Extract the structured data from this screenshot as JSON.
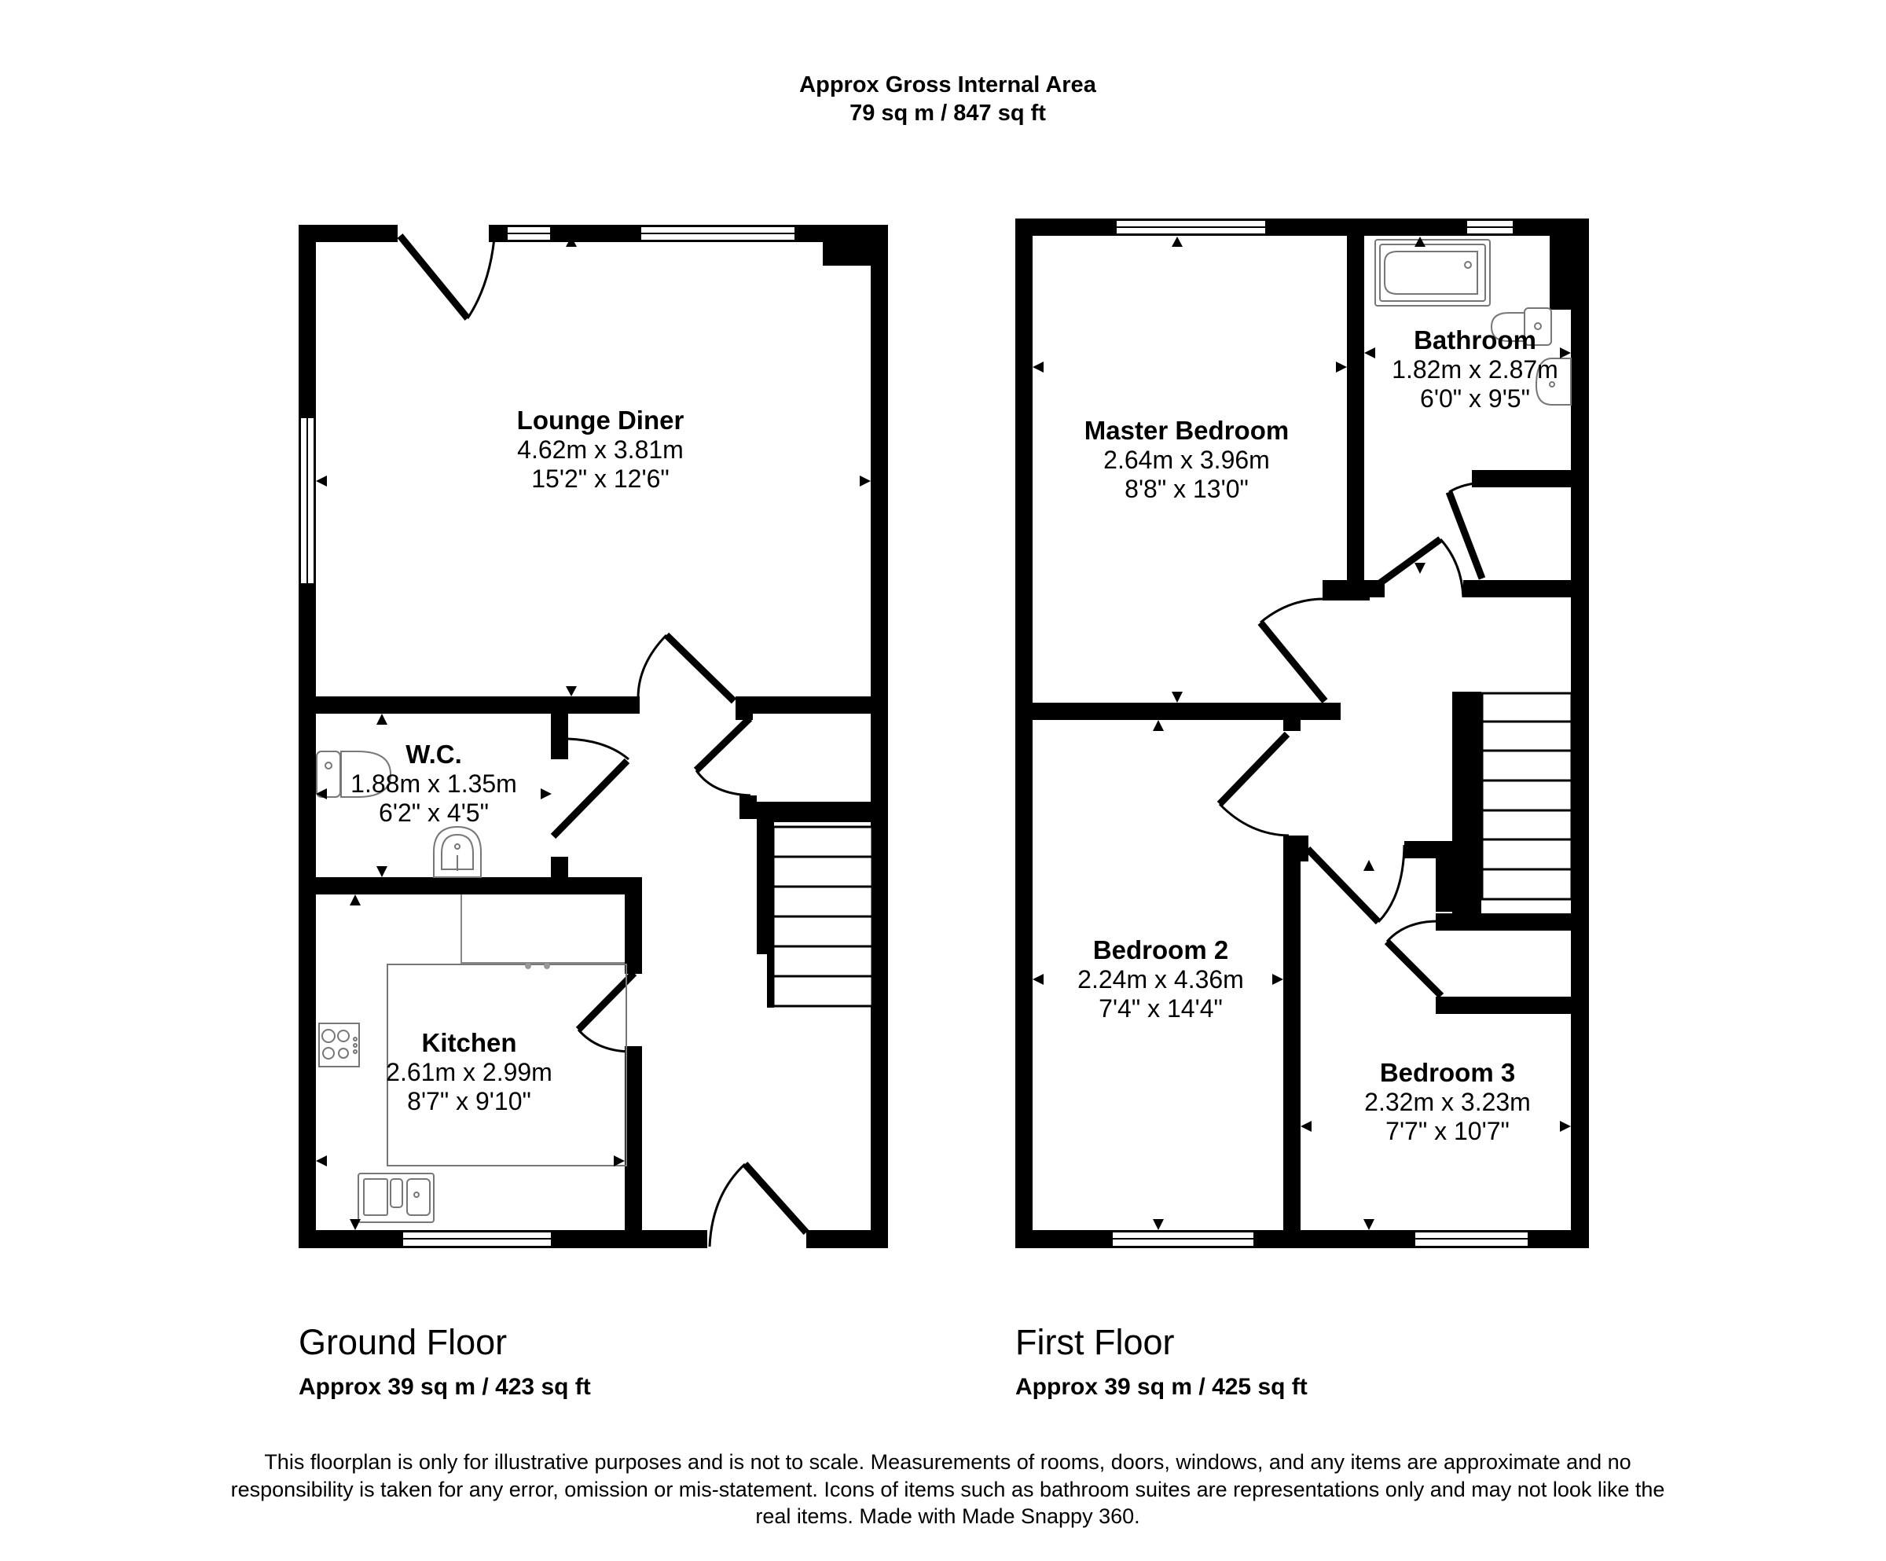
{
  "header": {
    "title": "Approx Gross Internal Area",
    "total_area": "79 sq m / 847 sq ft"
  },
  "floors": [
    {
      "name": "Ground Floor",
      "area": "Approx 39 sq m / 423 sq ft",
      "rooms": [
        {
          "name": "Lounge Diner",
          "metric": "4.62m x 3.81m",
          "imperial": "15'2\" x 12'6\""
        },
        {
          "name": "W.C.",
          "metric": "1.88m x 1.35m",
          "imperial": "6'2\" x 4'5\""
        },
        {
          "name": "Kitchen",
          "metric": "2.61m x 2.99m",
          "imperial": "8'7\" x 9'10\""
        }
      ]
    },
    {
      "name": "First Floor",
      "area": "Approx 39 sq m / 425 sq ft",
      "rooms": [
        {
          "name": "Master Bedroom",
          "metric": "2.64m x 3.96m",
          "imperial": "8'8\" x 13'0\""
        },
        {
          "name": "Bathroom",
          "metric": "1.82m x 2.87m",
          "imperial": "6'0\" x 9'5\""
        },
        {
          "name": "Bedroom 2",
          "metric": "2.24m x 4.36m",
          "imperial": "7'4\" x 14'4\""
        },
        {
          "name": "Bedroom 3",
          "metric": "2.32m x 3.23m",
          "imperial": "7'7\" x 10'7\""
        }
      ]
    }
  ],
  "disclaimer": "This floorplan is only for illustrative purposes and is not to scale. Measurements of rooms, doors, windows, and any items are approximate and no responsibility is taken for any error, omission or mis-statement. Icons of items such as bathroom suites are representations only and may not look like the real items. Made with Made Snappy 360.",
  "colors": {
    "wall": "#000000",
    "background": "#ffffff",
    "fixture_outline": "#777777"
  }
}
